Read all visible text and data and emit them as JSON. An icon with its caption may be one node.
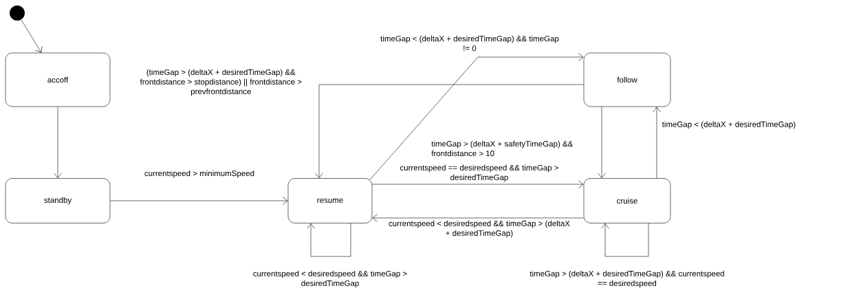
{
  "diagram": {
    "nodes": [
      {
        "text": [],
        "shape": "circle"
      },
      {
        "text": [
          "accoff"
        ]
      },
      {
        "text": [
          "standby"
        ]
      },
      {
        "text": [
          "resume"
        ]
      },
      {
        "text": [
          "follow"
        ]
      },
      {
        "text": [
          "cruise"
        ]
      }
    ],
    "edges": [
      {
        "from": 0,
        "to": 1,
        "arrow": "to"
      },
      {
        "from": 1,
        "to": 2,
        "arrow": "to"
      },
      {
        "from": 2,
        "to": 3,
        "arrow": "to",
        "label": "currentspeed > minimumSpeed"
      },
      {
        "from": 3,
        "to": 4,
        "arrow": "to",
        "label": "timeGap < (deltaX + desiredTimeGap) && timeGap != 0"
      },
      {
        "from": 4,
        "to": 3,
        "arrow": "to",
        "label": "(timeGap > (deltaX + desiredTimeGap) && frontdistance > stopdistance) || frontdistance > prevfrontdistance"
      },
      {
        "from": 3,
        "to": 5,
        "arrow": "to",
        "label": "currentspeed == desiredspeed && timeGap > desiredTimeGap"
      },
      {
        "from": 5,
        "to": 3,
        "arrow": "to",
        "label": "currentspeed < desiredspeed && timeGap > (deltaX + desiredTimeGap)"
      },
      {
        "from": 4,
        "to": 5,
        "arrow": "to",
        "label": "timeGap > (deltaX + safetyTimeGap) && frontdistance > 10"
      },
      {
        "from": 5,
        "to": 4,
        "arrow": "to",
        "label": "timeGap < (deltaX + desiredTimeGap)"
      },
      {
        "from": 3,
        "to": 3,
        "arrow": "to",
        "label": "currentspeed < desiredspeed && timeGap > desiredTimeGap"
      },
      {
        "from": 5,
        "to": 5,
        "arrow": "to",
        "label": "timeGap > (deltaX + desiredTimeGap) && currentspeed == desiredspeed"
      }
    ]
  }
}
